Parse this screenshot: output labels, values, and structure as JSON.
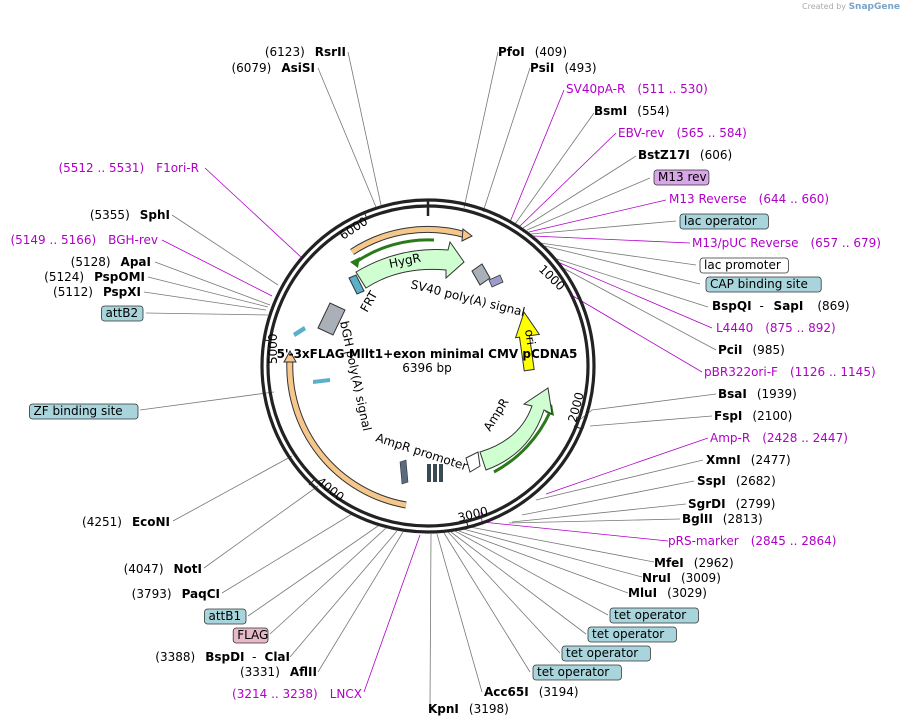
{
  "credit": {
    "created_by": "Created by",
    "brand": "SnapGene"
  },
  "plasmid": {
    "name": "5'-3xFLAG Mllt1+exon minimal CMV pCDNA5",
    "size": "6396 bp"
  },
  "ticks": [
    "1000",
    "2000",
    "3000",
    "4000",
    "5000",
    "6000"
  ],
  "features": {
    "hygr": "HygR",
    "frt": "FRT",
    "sv40": "SV40 poly(A) signal",
    "ori": "ori",
    "ampr": "AmpR",
    "ampr_promoter": "AmpR promoter",
    "bgh": "bGH poly(A) signal"
  },
  "labels_right": [
    {
      "name": "PfoI",
      "pos": "(409)",
      "kind": "enzyme"
    },
    {
      "name": "PsiI",
      "pos": "(493)",
      "kind": "enzyme"
    },
    {
      "name": "SV40pA-R",
      "pos": "(511 .. 530)",
      "kind": "primer"
    },
    {
      "name": "BsmI",
      "pos": "(554)",
      "kind": "enzyme"
    },
    {
      "name": "EBV-rev",
      "pos": "(565 .. 584)",
      "kind": "primer"
    },
    {
      "name": "BstZ17I",
      "pos": "(606)",
      "kind": "enzyme"
    },
    {
      "name": "M13 rev",
      "pos": "",
      "kind": "boxpurple"
    },
    {
      "name": "M13 Reverse",
      "pos": "(644 .. 660)",
      "kind": "primer"
    },
    {
      "name": "lac operator",
      "pos": "",
      "kind": "boxteal"
    },
    {
      "name": "M13/pUC Reverse",
      "pos": "(657 .. 679)",
      "kind": "primer"
    },
    {
      "name": "lac promoter",
      "pos": "",
      "kind": "boxwhite"
    },
    {
      "name": "CAP binding site",
      "pos": "",
      "kind": "boxteal"
    },
    {
      "name": "BspQI",
      "sep": "-",
      "name2": "SapI",
      "pos": "(869)",
      "kind": "enzyme2"
    },
    {
      "name": "L4440",
      "pos": "(875 .. 892)",
      "kind": "primer"
    },
    {
      "name": "PciI",
      "pos": "(985)",
      "kind": "enzyme"
    },
    {
      "name": "pBR322ori-F",
      "pos": "(1126 .. 1145)",
      "kind": "primer"
    },
    {
      "name": "BsaI",
      "pos": "(1939)",
      "kind": "enzyme"
    },
    {
      "name": "FspI",
      "pos": "(2100)",
      "kind": "enzyme"
    },
    {
      "name": "Amp-R",
      "pos": "(2428 .. 2447)",
      "kind": "primer"
    },
    {
      "name": "XmnI",
      "pos": "(2477)",
      "kind": "enzyme"
    },
    {
      "name": "SspI",
      "pos": "(2682)",
      "kind": "enzyme"
    },
    {
      "name": "SgrDI",
      "pos": "(2799)",
      "kind": "enzyme"
    },
    {
      "name": "BglII",
      "pos": "(2813)",
      "kind": "enzyme"
    },
    {
      "name": "pRS-marker",
      "pos": "(2845 .. 2864)",
      "kind": "primer"
    },
    {
      "name": "MfeI",
      "pos": "(2962)",
      "kind": "enzyme"
    },
    {
      "name": "NruI",
      "pos": "(3009)",
      "kind": "enzyme"
    },
    {
      "name": "MluI",
      "pos": "(3029)",
      "kind": "enzyme"
    },
    {
      "name": "tet operator",
      "pos": "",
      "kind": "boxteal"
    },
    {
      "name": "tet operator",
      "pos": "",
      "kind": "boxteal"
    },
    {
      "name": "tet operator",
      "pos": "",
      "kind": "boxteal"
    },
    {
      "name": "tet operator",
      "pos": "",
      "kind": "boxteal"
    },
    {
      "name": "Acc65I",
      "pos": "(3194)",
      "kind": "enzyme"
    },
    {
      "name": "KpnI",
      "pos": "(3198)",
      "kind": "enzyme"
    }
  ],
  "labels_left": [
    {
      "name": "RsrII",
      "pos": "(6123)",
      "kind": "enzyme"
    },
    {
      "name": "AsiSI",
      "pos": "(6079)",
      "kind": "enzyme"
    },
    {
      "name": "F1ori-R",
      "pos": "(5512 .. 5531)",
      "kind": "primer"
    },
    {
      "name": "SphI",
      "pos": "(5355)",
      "kind": "enzyme"
    },
    {
      "name": "BGH-rev",
      "pos": "(5149 .. 5166)",
      "kind": "primer"
    },
    {
      "name": "ApaI",
      "pos": "(5128)",
      "kind": "enzyme"
    },
    {
      "name": "PspOMI",
      "pos": "(5124)",
      "kind": "enzyme"
    },
    {
      "name": "PspXI",
      "pos": "(5112)",
      "kind": "enzyme"
    },
    {
      "name": "attB2",
      "pos": "",
      "kind": "boxteal"
    },
    {
      "name": "ZF binding site",
      "pos": "",
      "kind": "boxteal"
    },
    {
      "name": "EcoNI",
      "pos": "(4251)",
      "kind": "enzyme"
    },
    {
      "name": "NotI",
      "pos": "(4047)",
      "kind": "enzyme"
    },
    {
      "name": "PaqCI",
      "pos": "(3793)",
      "kind": "enzyme"
    },
    {
      "name": "attB1",
      "pos": "",
      "kind": "boxteal"
    },
    {
      "name": "FLAG",
      "pos": "",
      "kind": "boxpink"
    },
    {
      "name": "BspDI",
      "sep": "-",
      "name2": "ClaI",
      "pos": "(3388)",
      "kind": "enzyme2"
    },
    {
      "name": "AflII",
      "pos": "(3331)",
      "kind": "enzyme"
    },
    {
      "name": "LNCX",
      "pos": "(3214 .. 3238)",
      "kind": "primer"
    }
  ],
  "colors": {
    "primer": "#b000c8",
    "teal_box": "#a8d4dc",
    "purple_box": "#d9a6e8",
    "pink_box": "#e7b9c8",
    "hygr": "#cfffd0",
    "ori": "#ffff00",
    "orange_arrow": "#f5c78a"
  }
}
